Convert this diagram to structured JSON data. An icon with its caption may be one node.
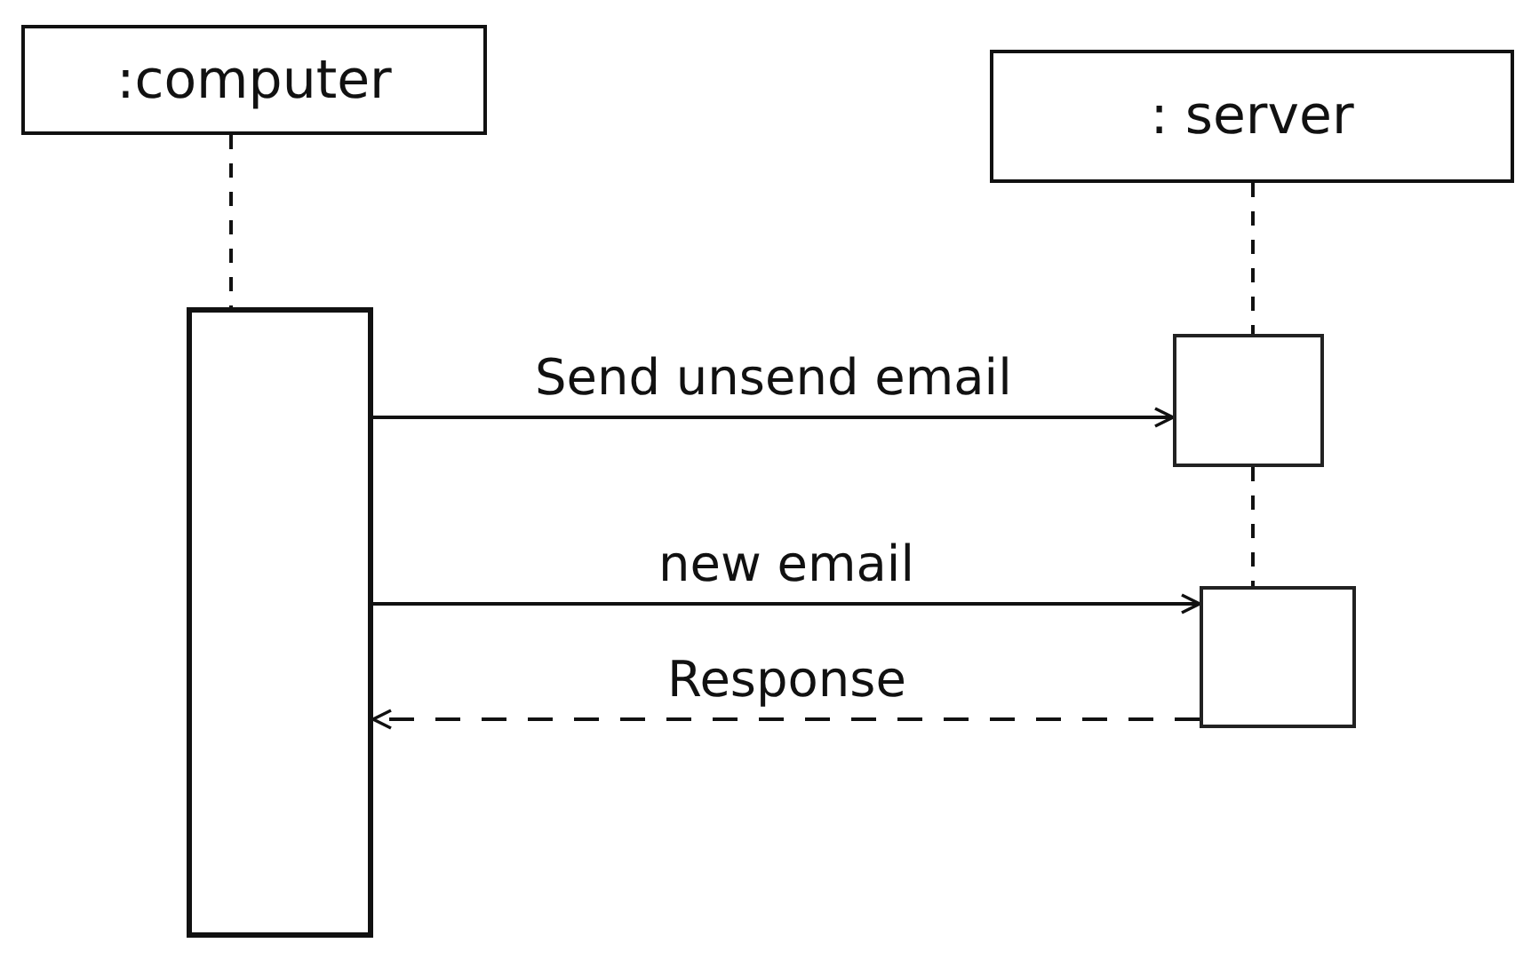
{
  "diagram": {
    "nodes": [
      {
        "text": [
          ":computer"
        ]
      },
      {
        "text": [
          ": server"
        ]
      },
      {
        "text": [],
        "shape": "bar"
      },
      {
        "text": [],
        "shape": "box"
      },
      {
        "text": [],
        "shape": "box"
      }
    ],
    "edges": [
      {
        "from": 0,
        "to": 2,
        "arrow": "none",
        "style": "dashed"
      },
      {
        "from": 1,
        "to": 3,
        "arrow": "none",
        "style": "dashed"
      },
      {
        "from": 3,
        "to": 4,
        "arrow": "none",
        "style": "dashed"
      },
      {
        "from": 2,
        "to": 3,
        "arrow": "to",
        "label": "Send unsend email"
      },
      {
        "from": 2,
        "to": 4,
        "arrow": "to",
        "label": "new email"
      },
      {
        "from": 4,
        "to": 2,
        "arrow": "to",
        "label": "Response",
        "style": "dashed"
      }
    ]
  }
}
